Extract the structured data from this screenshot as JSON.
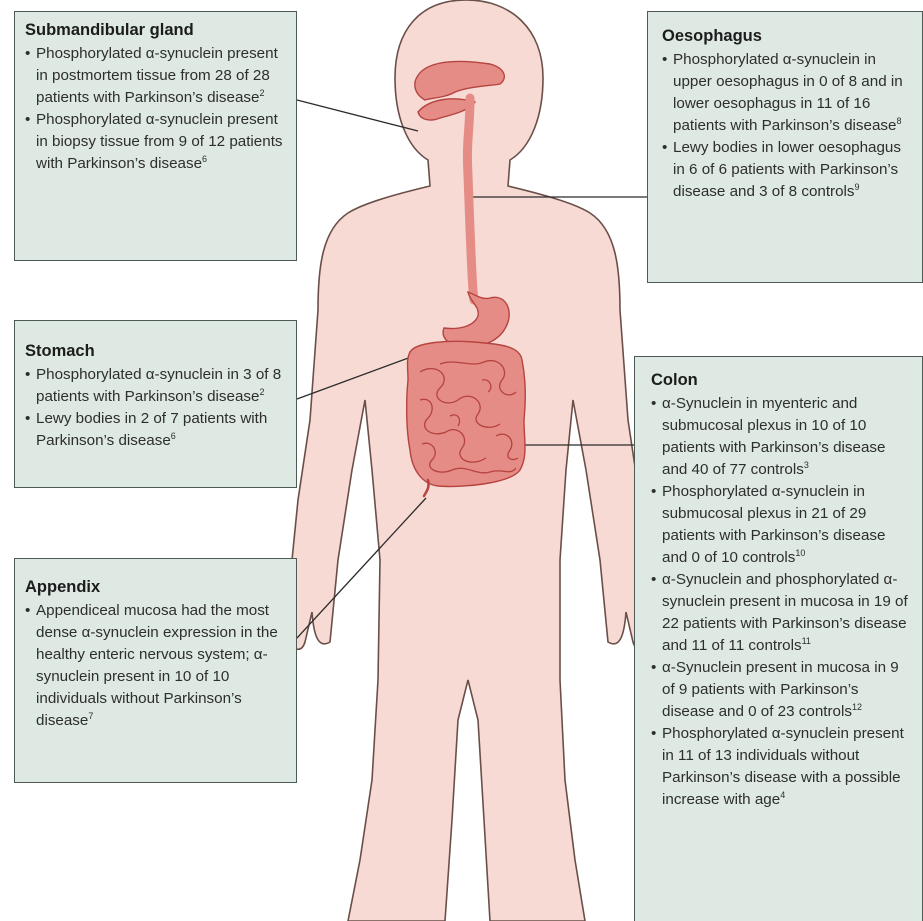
{
  "figure": {
    "colors": {
      "body_fill": "#f7dad3",
      "body_outline": "#6a4f49",
      "organ_fill": "#e68c86",
      "organ_outline": "#b5433f",
      "box_fill": "#dde9e2",
      "box_border": "#4e5a55",
      "leader_line": "#2b2b2b"
    },
    "sections": {
      "submandibular": {
        "title": "Submandibular gland",
        "items": [
          {
            "text": "Phosphorylated α-synuclein present in postmortem tissue from 28 of 28 patients with Parkinson’s disease",
            "ref": "2"
          },
          {
            "text": "Phosphorylated α-synuclein present in biopsy tissue from 9 of 12 patients with Parkinson’s disease",
            "ref": "6"
          }
        ]
      },
      "oesophagus": {
        "title": "Oesophagus",
        "items": [
          {
            "text": "Phosphorylated α-synuclein in upper oesophagus in 0 of 8 and in lower oesophagus in 11 of 16 patients with Parkinson’s disease",
            "ref": "8"
          },
          {
            "text": "Lewy bodies in lower oesophagus in 6 of 6 patients with Parkinson’s disease and 3 of 8 controls",
            "ref": "9"
          }
        ]
      },
      "stomach": {
        "title": "Stomach",
        "items": [
          {
            "text": "Phosphorylated α-synuclein in 3 of 8 patients with Parkinson’s disease",
            "ref": "2"
          },
          {
            "text": "Lewy bodies in 2 of 7 patients with Parkinson’s disease",
            "ref": "6"
          }
        ]
      },
      "appendix": {
        "title": "Appendix",
        "items": [
          {
            "text": "Appendiceal mucosa had the most dense α-synuclein expression in the healthy enteric nervous system; α-synuclein present in 10 of 10 individuals without Parkinson’s disease",
            "ref": "7"
          }
        ]
      },
      "colon": {
        "title": "Colon",
        "items": [
          {
            "text": "α-Synuclein in myenteric and submucosal plexus in 10 of 10 patients with Parkinson’s disease and 40 of 77 controls",
            "ref": "3"
          },
          {
            "text": "Phosphorylated α-synuclein in submucosal plexus in 21 of 29 patients with Parkinson’s disease and 0 of 10 controls",
            "ref": "10"
          },
          {
            "text": "α-Synuclein and phosphorylated α-synuclein present in mucosa in 19 of 22 patients with Parkinson’s disease and 11 of 11 controls",
            "ref": "11"
          },
          {
            "text": "α-Synuclein present in mucosa in 9 of 9 patients with Parkinson’s disease and 0 of 23 controls",
            "ref": "12"
          },
          {
            "text": "Phosphorylated α-synuclein present in 11 of 13 individuals without Parkinson’s disease with a possible increase with age",
            "ref": "4"
          }
        ]
      }
    }
  }
}
